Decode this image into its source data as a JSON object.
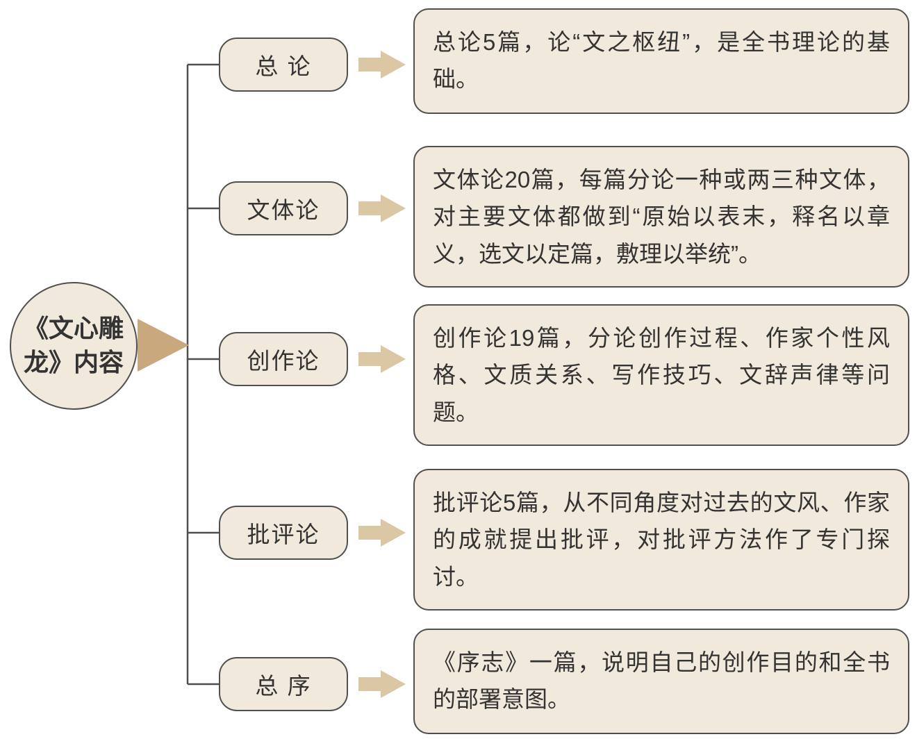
{
  "root": {
    "label": "《文心雕龙》内容"
  },
  "branches": [
    {
      "label": "总 论",
      "description": "总论5篇，论“文之枢纽”，是全书理论的基础。"
    },
    {
      "label": "文体论",
      "description": "文体论20篇，每篇分论一种或两三种文体，对主要文体都做到“原始以表末，释名以章义，选文以定篇，敷理以举统”。"
    },
    {
      "label": "创作论",
      "description": "创作论19篇，分论创作过程、作家个性风格、文质关系、写作技巧、文辞声律等问题。"
    },
    {
      "label": "批评论",
      "description": "批评论5篇，从不同角度对过去的文风、作家的成就提出批评，对批评方法作了专门探讨。"
    },
    {
      "label": "总 序",
      "description": "《序志》一篇，说明自己的创作目的和全书的部署意图。"
    }
  ],
  "colors": {
    "box_fill": "#f2e9dd",
    "outline": "#4f4f4f",
    "big_arrow": "#c9a87d",
    "small_arrow": "#dcc7a5",
    "text": "#333333"
  }
}
